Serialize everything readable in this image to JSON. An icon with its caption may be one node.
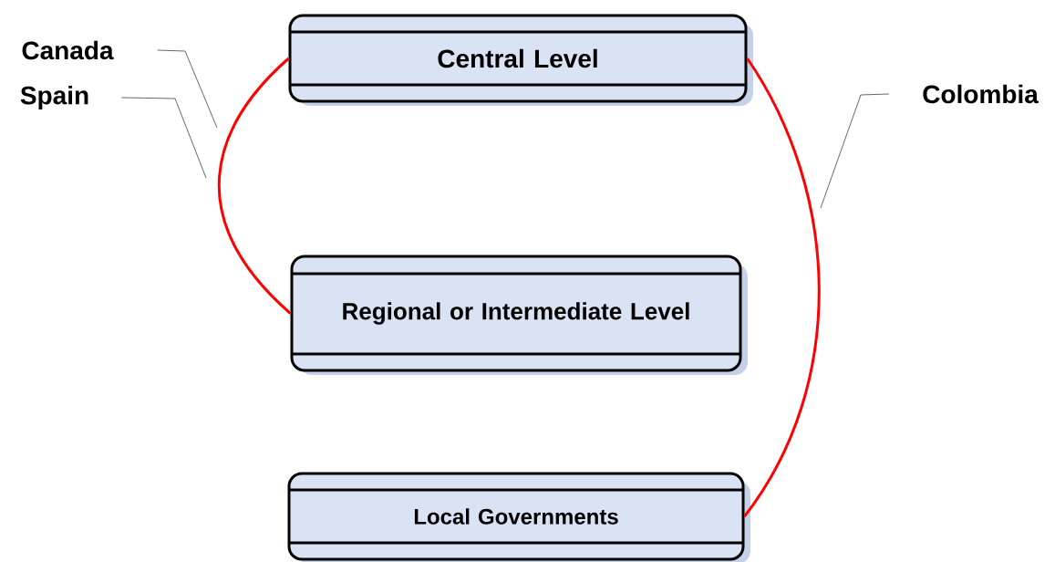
{
  "diagram": {
    "nodes": [
      {
        "text": [
          "Central Level"
        ]
      },
      {
        "text": [
          "Regional or Intermediate Level"
        ]
      },
      {
        "text": [
          "Local Governments"
        ]
      },
      {
        "text": [
          "Canada"
        ]
      },
      {
        "text": [
          "Spain"
        ]
      },
      {
        "text": [
          "Colombia"
        ]
      }
    ],
    "edges": [
      {
        "from": 0,
        "to": 1,
        "arrow": "none",
        "style": "thick",
        "color": "#ff0000"
      },
      {
        "from": 0,
        "to": 2,
        "arrow": "none",
        "style": "thick",
        "color": "#ff0000"
      },
      {
        "from": 3,
        "to": null,
        "arrow": "none"
      },
      {
        "from": 4,
        "to": null,
        "arrow": "none"
      },
      {
        "from": 5,
        "to": null,
        "arrow": "none"
      }
    ]
  }
}
